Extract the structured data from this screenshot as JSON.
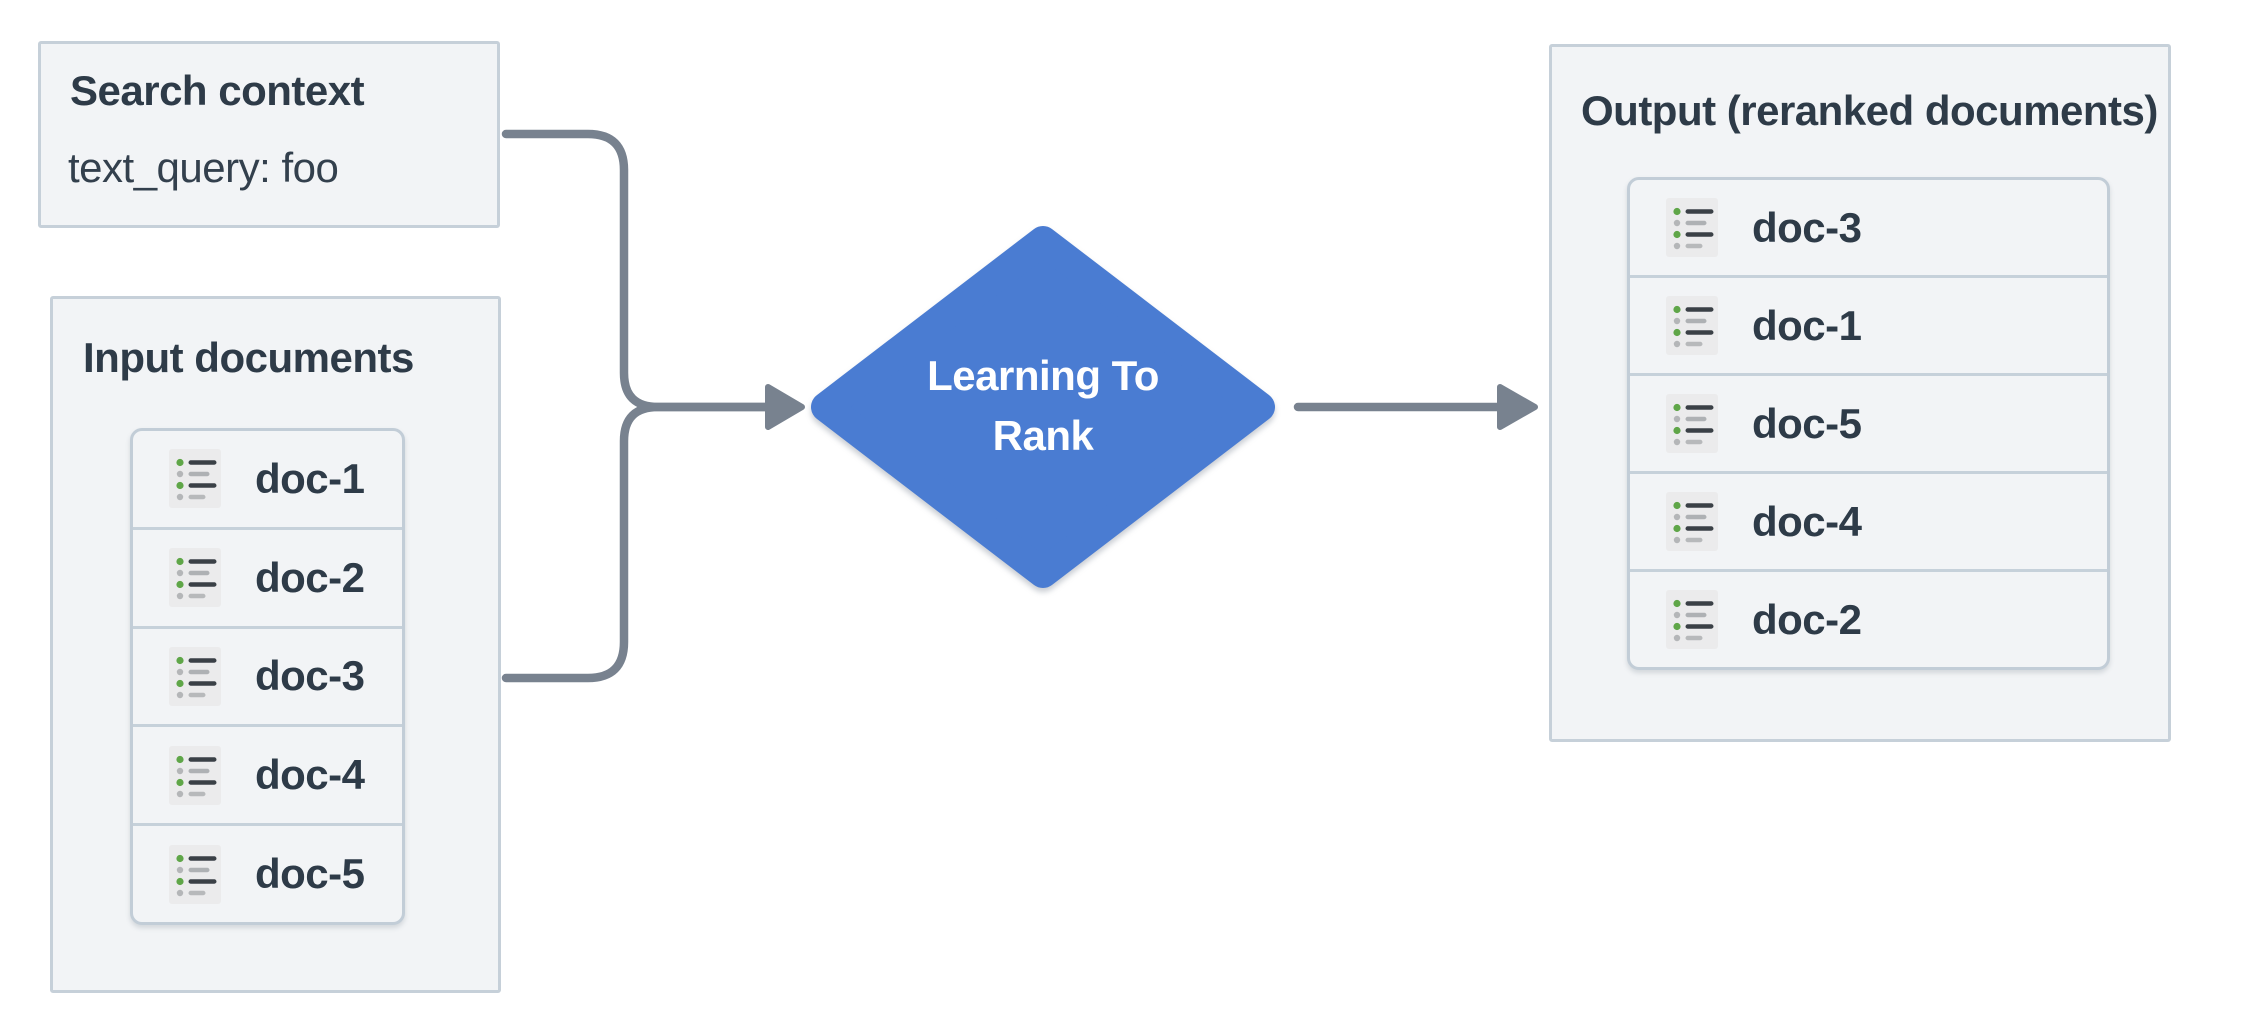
{
  "search_context": {
    "title": "Search context",
    "body": "text_query: foo"
  },
  "input_documents": {
    "title": "Input documents",
    "docs": [
      "doc-1",
      "doc-2",
      "doc-3",
      "doc-4",
      "doc-5"
    ]
  },
  "diamond": {
    "line1": "Learning To",
    "line2": "Rank"
  },
  "output": {
    "title": "Output (reranked documents)",
    "docs": [
      "doc-3",
      "doc-1",
      "doc-5",
      "doc-4",
      "doc-2"
    ]
  },
  "colors": {
    "node_blue": "#4a7cd2",
    "arrow_gray": "#78828f",
    "box_background": "#f2f4f6",
    "box_border": "#c6d0d9",
    "text_dark": "#2e3b48",
    "icon_green": "#5fa648",
    "icon_background": "#ebebec"
  }
}
